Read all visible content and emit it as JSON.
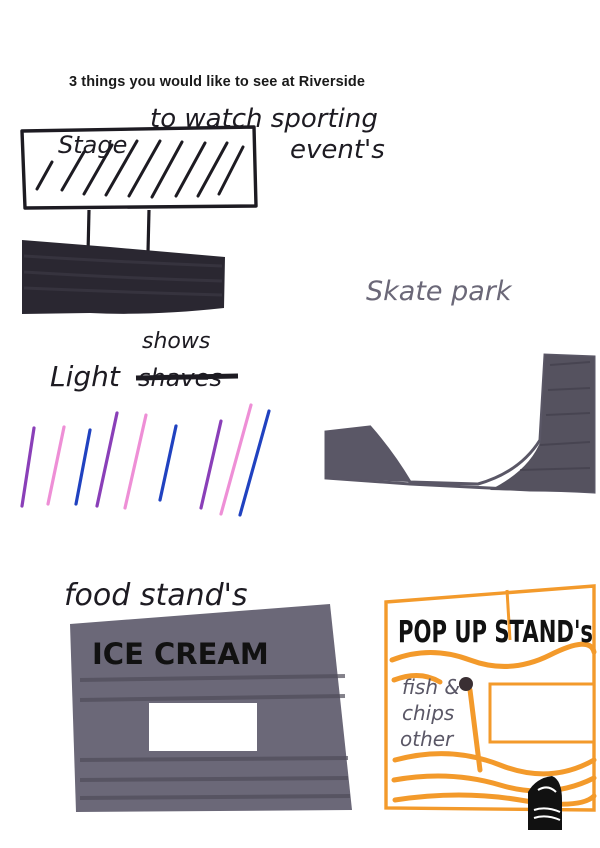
{
  "heading": "3 things you would like to see at Riverside",
  "sketches": {
    "stage": {
      "label": "Stage",
      "note_line1": "to watch sporting",
      "note_line2": "event's"
    },
    "skate": {
      "label": "Skate park"
    },
    "lights": {
      "label": "Light",
      "label_above": "shows",
      "struck_word": "shaves"
    },
    "food": {
      "label": "food stand's",
      "sign": "ICE CREAM"
    },
    "popup": {
      "sign": "POP UP STAND's",
      "item1": "fish &",
      "item2": "chips",
      "item3": "other"
    }
  },
  "colors": {
    "black_marker": "#1d1b22",
    "grey_marker": "#6b6878",
    "lavender_marker": "#5a5766",
    "purple_marker": "#8a3fb8",
    "pink_marker": "#ee8fd6",
    "blue_marker": "#2042c0",
    "orange_marker": "#f39a2b"
  },
  "logo": {
    "icon": "bird-logo-icon"
  }
}
